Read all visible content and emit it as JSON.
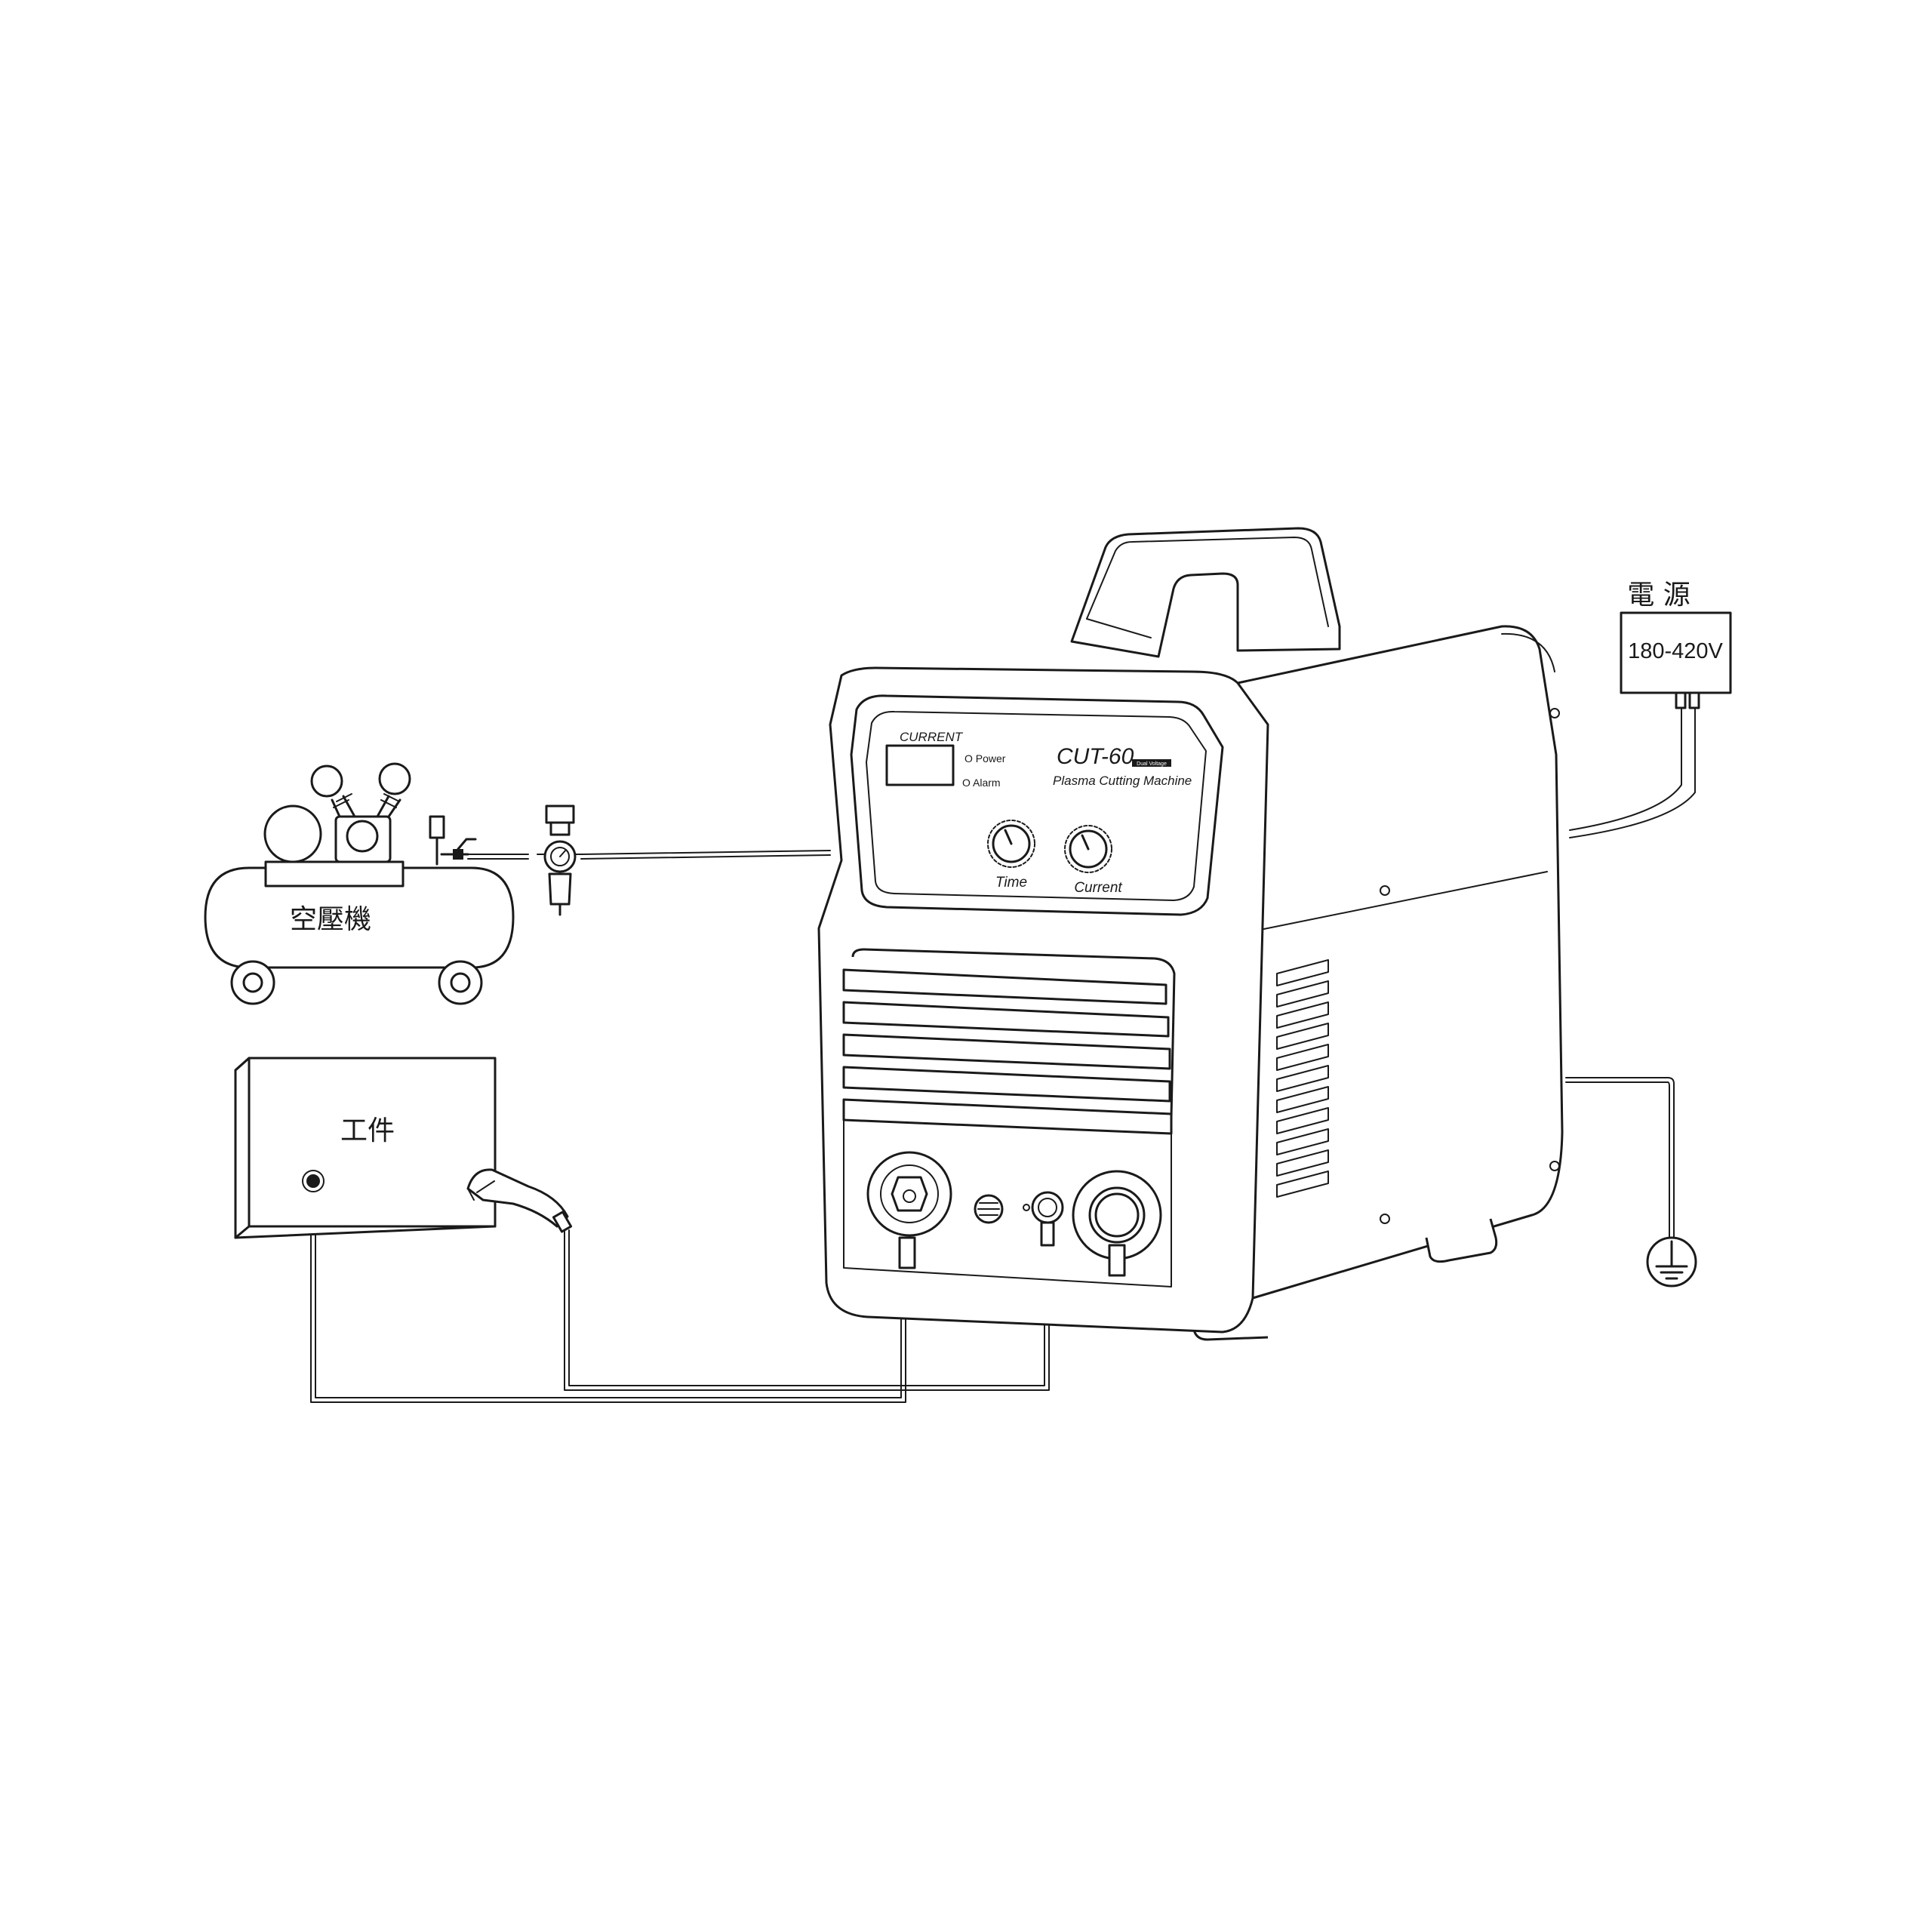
{
  "compressor": {
    "label": "空壓機"
  },
  "workpiece": {
    "label": "工件"
  },
  "power_source": {
    "title": "電 源",
    "voltage": "180-420V"
  },
  "machine": {
    "panel": {
      "current_heading": "CURRENT",
      "power_led": "O Power",
      "alarm_led": "O Alarm",
      "model": "CUT-60",
      "badge": "Dual Voltage",
      "subtitle": "Plasma Cutting Machine",
      "knob_time": "Time",
      "knob_current": "Current"
    }
  },
  "colors": {
    "line": "#1a1a1a",
    "background": "#ffffff"
  },
  "icons": [
    "ground-symbol-icon",
    "pressure-gauge-icon",
    "plasma-torch-icon",
    "ground-clamp-icon"
  ]
}
